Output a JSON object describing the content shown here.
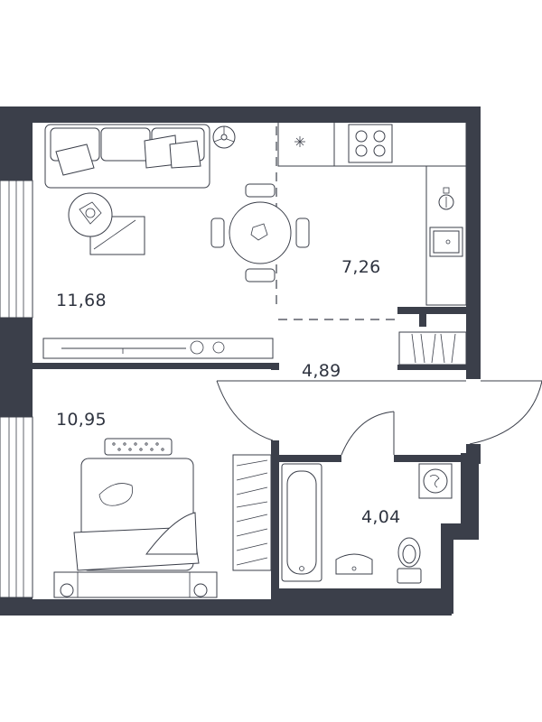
{
  "rooms": [
    {
      "id": "living-room",
      "area": "11,68"
    },
    {
      "id": "kitchen",
      "area": "7,26"
    },
    {
      "id": "hallway",
      "area": "4,89"
    },
    {
      "id": "bedroom",
      "area": "10,95"
    },
    {
      "id": "bathroom",
      "area": "4,04"
    }
  ],
  "colors": {
    "wall": "#3b3f4a",
    "background": "#ffffff"
  }
}
